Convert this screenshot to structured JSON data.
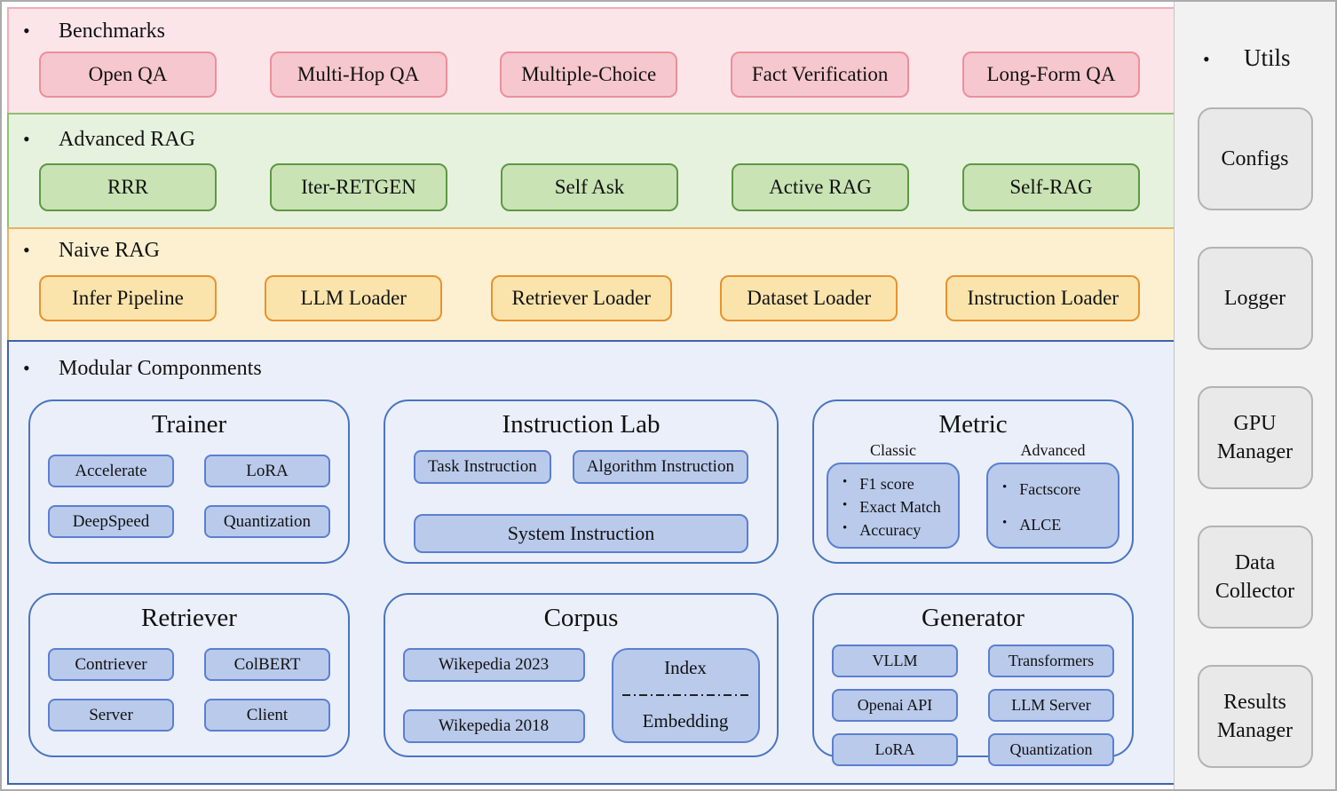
{
  "bands": {
    "benchmarks": {
      "title": "Benchmarks",
      "items": [
        "Open QA",
        "Multi-Hop QA",
        "Multiple-Choice",
        "Fact Verification",
        "Long-Form QA"
      ]
    },
    "advanced_rag": {
      "title": "Advanced RAG",
      "items": [
        "RRR",
        "Iter-RETGEN",
        "Self Ask",
        "Active RAG",
        "Self-RAG"
      ]
    },
    "naive_rag": {
      "title": "Naive RAG",
      "items": [
        "Infer Pipeline",
        "LLM Loader",
        "Retriever Loader",
        "Dataset Loader",
        "Instruction Loader"
      ]
    },
    "modular": {
      "title": "Modular Componments",
      "trainer": {
        "title": "Trainer",
        "chips": [
          "Accelerate",
          "LoRA",
          "DeepSpeed",
          "Quantization"
        ]
      },
      "instruction_lab": {
        "title": "Instruction Lab",
        "chips": [
          "Task Instruction",
          "Algorithm Instruction"
        ],
        "wide_chip": "System Instruction"
      },
      "metric": {
        "title": "Metric",
        "classic_label": "Classic",
        "classic_items": [
          "F1 score",
          "Exact Match",
          "Accuracy"
        ],
        "advanced_label": "Advanced",
        "advanced_items": [
          "Factscore",
          "ALCE"
        ]
      },
      "retriever": {
        "title": "Retriever",
        "chips": [
          "Contriever",
          "ColBERT",
          "Server",
          "Client"
        ]
      },
      "corpus": {
        "title": "Corpus",
        "chips": [
          "Wikepedia 2023",
          "Wikepedia 2018"
        ],
        "index_label": "Index",
        "embedding_label": "Embedding"
      },
      "generator": {
        "title": "Generator",
        "chips": [
          "VLLM",
          "Transformers",
          "Openai API",
          "LLM Server",
          "LoRA",
          "Quantization"
        ]
      }
    }
  },
  "sidebar": {
    "title": "Utils",
    "items": [
      "Configs",
      "Logger",
      "GPU Manager",
      "Data Collector",
      "Results Manager"
    ]
  },
  "colors": {
    "benchmarks_bg": "#fce5e9",
    "benchmarks_box": "#f6c7ce",
    "benchmarks_box_border": "#ec8f9b",
    "advanced_bg": "#e7f2de",
    "advanced_box": "#c9e3b5",
    "advanced_box_border": "#5e9843",
    "naive_bg": "#fdf0d0",
    "naive_box": "#fbe4ac",
    "naive_box_border": "#e8922f",
    "modular_bg": "#eaeff9",
    "modular_border": "#3e62ab",
    "chip_bg": "#bacaeb",
    "chip_border": "#5b7fd0",
    "utils_bg": "#f2f2f2",
    "utils_box": "#e9e9e9",
    "utils_box_border": "#b3b3b3"
  }
}
